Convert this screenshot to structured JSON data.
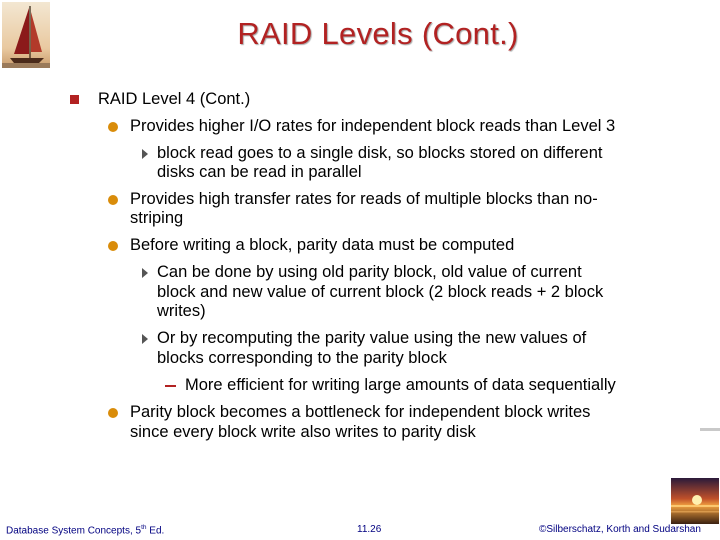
{
  "slide": {
    "title": "RAID Levels (Cont.)",
    "lines": [
      {
        "level": 1,
        "text": "RAID Level 4 (Cont.)"
      },
      {
        "level": 2,
        "text": "Provides higher I/O rates for independent block reads than Level 3"
      },
      {
        "level": 3,
        "text": "block read goes to a single disk, so blocks stored on different"
      },
      {
        "level": 3,
        "text": "disks can be read in parallel",
        "continuation": true
      },
      {
        "level": 2,
        "text": "Provides high transfer rates for reads of multiple blocks than no-"
      },
      {
        "level": 2,
        "text": "striping",
        "continuation": true
      },
      {
        "level": 2,
        "text": "Before writing a block, parity data must be computed"
      },
      {
        "level": 3,
        "text": "Can be done by using old parity block, old value of current"
      },
      {
        "level": 3,
        "text": "block and new value of current block (2 block reads + 2 block",
        "continuation": true
      },
      {
        "level": 3,
        "text": "writes)",
        "continuation": true
      },
      {
        "level": 3,
        "text": "Or by recomputing the parity value using the new values of"
      },
      {
        "level": 3,
        "text": "blocks corresponding to the parity block",
        "continuation": true
      },
      {
        "level": 4,
        "text": "More efficient for writing large amounts of data sequentially"
      },
      {
        "level": 2,
        "text": "Parity block becomes a bottleneck for independent block writes"
      },
      {
        "level": 2,
        "text": "since every block write also writes to parity disk",
        "continuation": true
      }
    ]
  },
  "footer": {
    "left_main": "Database System Concepts, 5",
    "left_sup": "th",
    "left_tail": " Ed.",
    "center": "11.26",
    "right": "©Silberschatz, Korth and Sudarshan"
  },
  "colors": {
    "title": "#b22222",
    "level1_bullet": "#b22222",
    "level2_bullet": "#d98c0a",
    "level3_bullet": "#555555",
    "footer_text": "#000080"
  },
  "icons": {
    "top_left": "sailboat-logo-icon",
    "bottom_right": "sunset-logo-icon"
  }
}
